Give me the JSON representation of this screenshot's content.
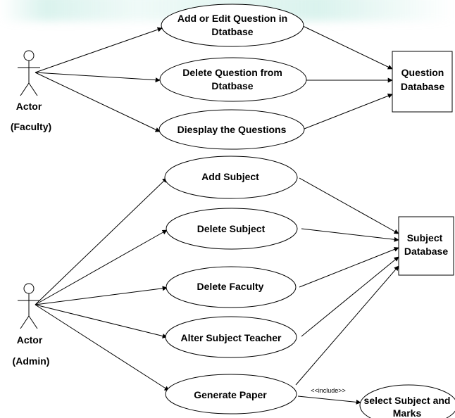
{
  "actors": {
    "faculty": {
      "name": "Actor",
      "role": "(Faculty)"
    },
    "admin": {
      "name": "Actor",
      "role": "(Admin)"
    }
  },
  "faculty_use_cases": [
    {
      "line1": "Add or Edit Question in",
      "line2": "Dtatbase"
    },
    {
      "line1": "Delete Question from",
      "line2": "Dtatbase"
    },
    {
      "line1": "Diesplay the Questions",
      "line2": ""
    }
  ],
  "admin_use_cases": [
    {
      "line1": "Add Subject"
    },
    {
      "line1": "Delete Subject"
    },
    {
      "line1": "Delete Faculty"
    },
    {
      "line1": "Alter Subject Teacher"
    },
    {
      "line1": "Generate Paper"
    }
  ],
  "databases": {
    "question": {
      "line1": "Question",
      "line2": "Database"
    },
    "subject": {
      "line1": "Subject",
      "line2": "Database"
    }
  },
  "extra_use_case": {
    "line1": "select Subject and",
    "line2": "Marks"
  },
  "include_label": "<<include>>",
  "icons": {
    "actor": "stick-figure-icon",
    "arrow": "arrowhead-icon"
  }
}
